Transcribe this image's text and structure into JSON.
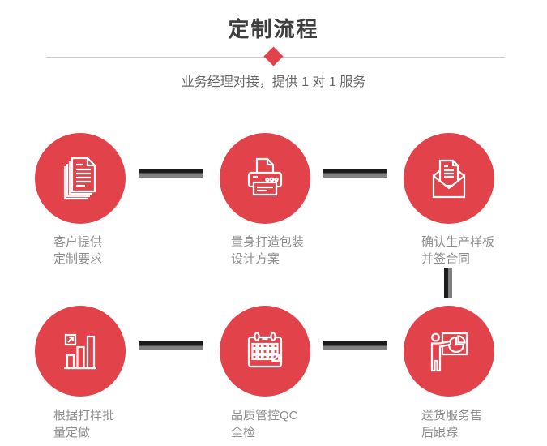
{
  "colors": {
    "accent_red": "#E2434B",
    "title_text": "#3E3E3E",
    "subtitle_text": "#666666",
    "label_text": "#8E8E8E",
    "connector_dark": "#1B1B1B",
    "connector_gray": "#808080",
    "divider_line": "#C9C9C9"
  },
  "header": {
    "title": "定制流程",
    "subtitle": "业务经理对接，提供 1 对 1 服务"
  },
  "steps": [
    {
      "icon": "documents-icon",
      "label": [
        "客户提供",
        "定制要求"
      ]
    },
    {
      "icon": "printer-icon",
      "label": [
        "量身打造包装",
        "设计方案"
      ]
    },
    {
      "icon": "envelope-icon",
      "label": [
        "确认生产样板",
        "并签合同"
      ]
    },
    {
      "icon": "bar-chart-icon",
      "label": [
        "根据打样批",
        "量定做"
      ]
    },
    {
      "icon": "calendar-icon",
      "label": [
        "品质管控QC",
        "全检"
      ]
    },
    {
      "icon": "presentation-icon",
      "label": [
        "送货服务售",
        "后跟踪"
      ]
    }
  ]
}
